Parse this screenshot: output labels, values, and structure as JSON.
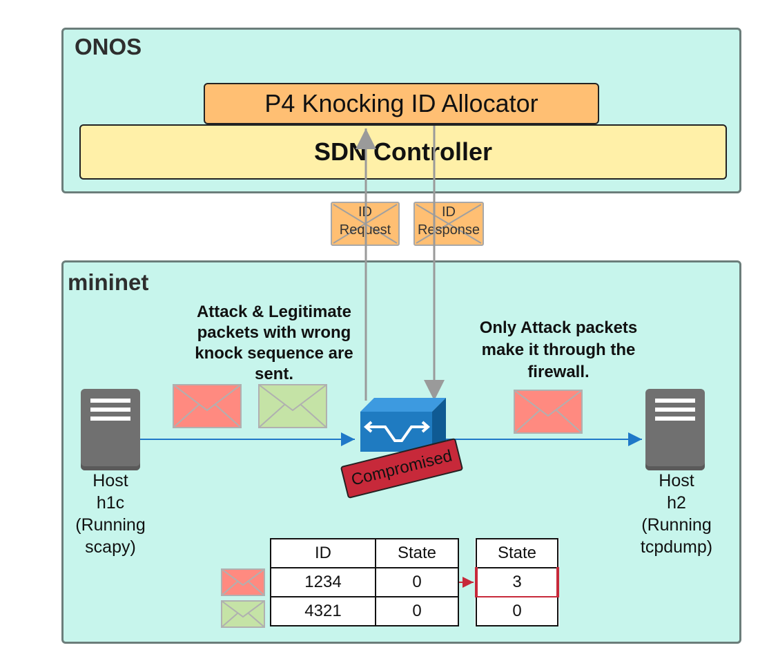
{
  "onos": {
    "title": "ONOS"
  },
  "allocator": {
    "label": "P4 Knocking ID Allocator"
  },
  "controller": {
    "label": "SDN Controller"
  },
  "messages": {
    "request": {
      "line1": "ID",
      "line2": "Request"
    },
    "response": {
      "line1": "ID",
      "line2": "Response"
    }
  },
  "mininet": {
    "title": "mininet"
  },
  "notes": {
    "left": [
      "Attack & Legitimate",
      "packets with wrong",
      "knock sequence are",
      "sent."
    ],
    "right": [
      "Only Attack packets",
      "make it through the",
      "firewall."
    ]
  },
  "switch": {
    "badge": "Compromised"
  },
  "host_left": {
    "lines": [
      "Host",
      "h1c",
      "(Running",
      "scapy)"
    ]
  },
  "host_right": {
    "lines": [
      "Host",
      "h2",
      "(Running",
      "tcpdump)"
    ]
  },
  "table_main": {
    "headers": [
      "ID",
      "State"
    ],
    "rows": [
      [
        "1234",
        "0"
      ],
      [
        "4321",
        "0"
      ]
    ]
  },
  "table_state": {
    "header": "State",
    "rows": [
      "3",
      "0"
    ]
  },
  "colors": {
    "attack": "#ff8a80",
    "legitimate": "#c5e3a6",
    "switch": "#1f7bc1",
    "badge": "#c7293a",
    "arrow": "#1f78c8"
  }
}
